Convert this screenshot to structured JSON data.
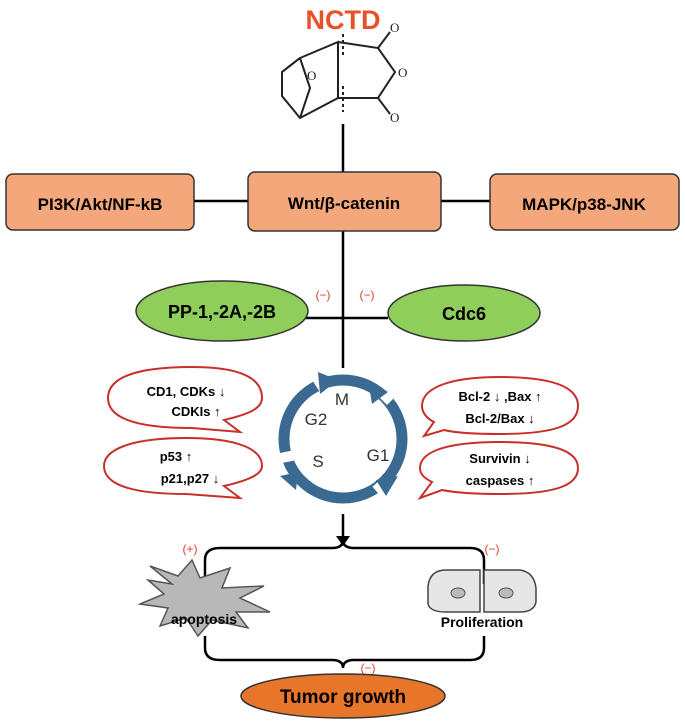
{
  "title": "NCTD",
  "pathways": {
    "left": "PI3K/Akt/NF-kB",
    "center": "Wnt/β-catenin",
    "right": "MAPK/p38-JNK"
  },
  "targets": {
    "left": "PP-1,-2A,-2B",
    "left_sign": "(−)",
    "right": "Cdc6",
    "right_sign": "(−)"
  },
  "cell_cycle": {
    "phases": [
      "M",
      "G2",
      "S",
      "G1"
    ]
  },
  "callouts": {
    "top_left": [
      "CD1, CDKs ↓",
      "CDKIs ↑"
    ],
    "bottom_left": [
      "p53 ↑",
      "p21,p27 ↓"
    ],
    "top_right": [
      "Bcl-2 ↓ ,Bax ↑",
      "Bcl-2/Bax ↓"
    ],
    "bottom_right": [
      "Survivin ↓",
      "caspases ↑"
    ]
  },
  "outcomes": {
    "apoptosis": "apoptosis",
    "apoptosis_sign": "(+)",
    "proliferation": "Proliferation",
    "proliferation_sign": "(−)",
    "tumor": "Tumor growth",
    "tumor_sign": "(−)"
  },
  "colors": {
    "title": "#e8522a",
    "pathway_fill": "#f4a77a",
    "target_fill": "#8fce5a",
    "tumor_fill": "#e8762a",
    "callout_border": "#c8302a",
    "cycle": "#3a6a92",
    "sign": "#d8402a"
  }
}
